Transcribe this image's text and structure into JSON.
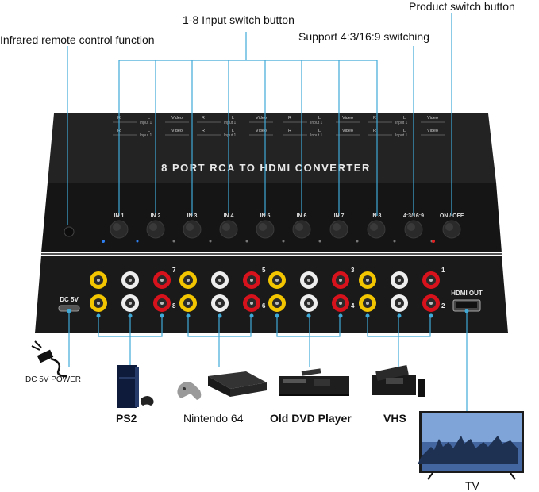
{
  "callouts": {
    "product_switch": "Product switch button",
    "input_switch": "1-8 Input switch button",
    "infrared": "Infrared remote control function",
    "aspect": "Support 4:3/16:9 switching"
  },
  "device": {
    "front_title": "8 PORT RCA TO HDMI CONVERTER",
    "buttons": [
      "IN 1",
      "IN 2",
      "IN 3",
      "IN 4",
      "IN 5",
      "IN 6",
      "IN 7",
      "IN 8",
      "4:3/16:9",
      "ON / OFF"
    ],
    "top_labels": {
      "r": "R",
      "l": "L",
      "video": "Video",
      "input": "Input 1"
    },
    "rear_port_numbers": [
      "7",
      "8",
      "5",
      "6",
      "3",
      "4",
      "1",
      "2"
    ],
    "dc_label": "DC 5V",
    "hdmi_label": "HDMI OUT"
  },
  "peripherals": {
    "power": "DC 5V POWER",
    "ps2": "PS2",
    "n64": "Nintendo 64",
    "dvd": "Old DVD Player",
    "vhs": "VHS",
    "tv": "TV"
  },
  "colors": {
    "port_yellow": "#f2c500",
    "port_white": "#eeeeee",
    "port_red": "#d8121c",
    "line_blue": "#3fa9d8",
    "case_dark": "#1c1c1c"
  }
}
